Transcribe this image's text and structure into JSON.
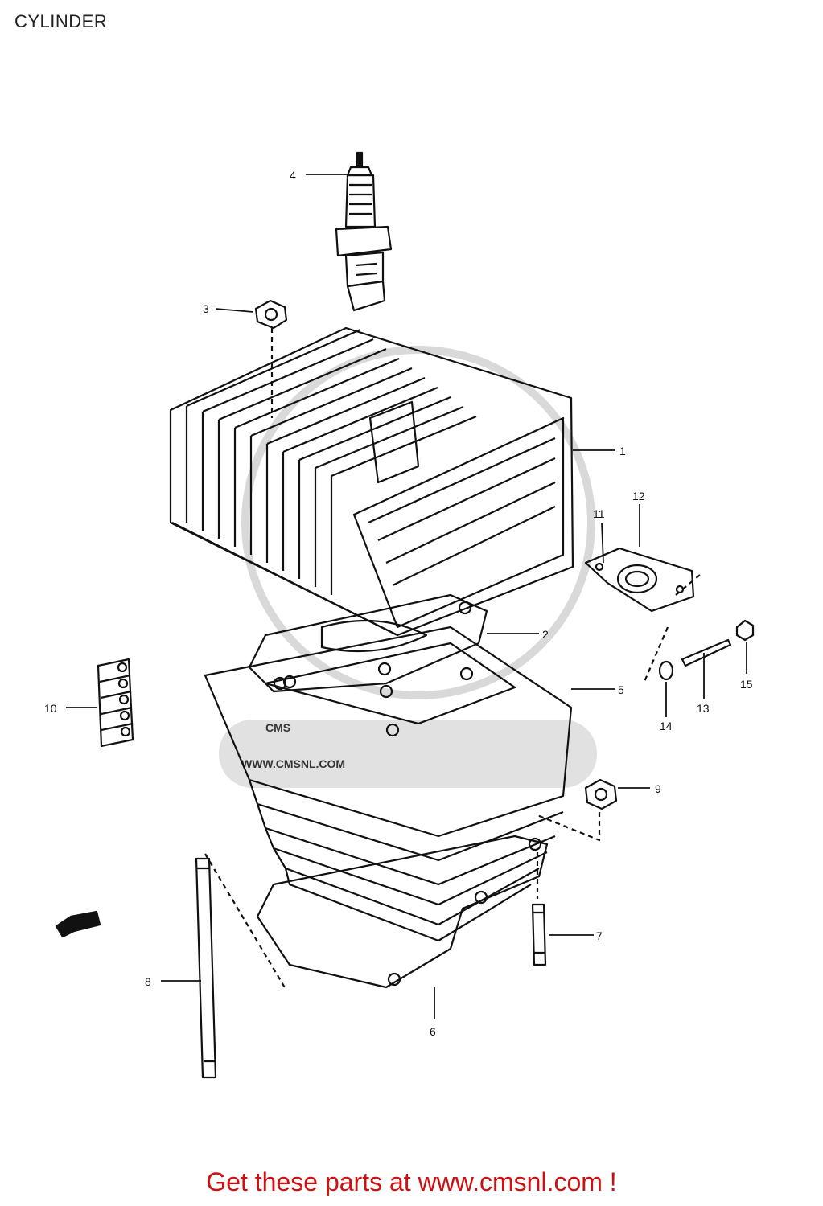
{
  "page": {
    "title": "CYLINDER",
    "cta_text": "Get these parts at www.cmsnl.com !"
  },
  "diagram": {
    "callouts": [
      "1",
      "2",
      "3",
      "4",
      "5",
      "6",
      "7",
      "8",
      "9",
      "10",
      "11",
      "12",
      "13",
      "14",
      "15"
    ],
    "watermark": {
      "logo_text": "CMS",
      "url_text": "WWW.CMSNL.COM"
    }
  },
  "colors": {
    "line": "#111111",
    "cta": "#d01010",
    "watermark": "#cccccc"
  }
}
